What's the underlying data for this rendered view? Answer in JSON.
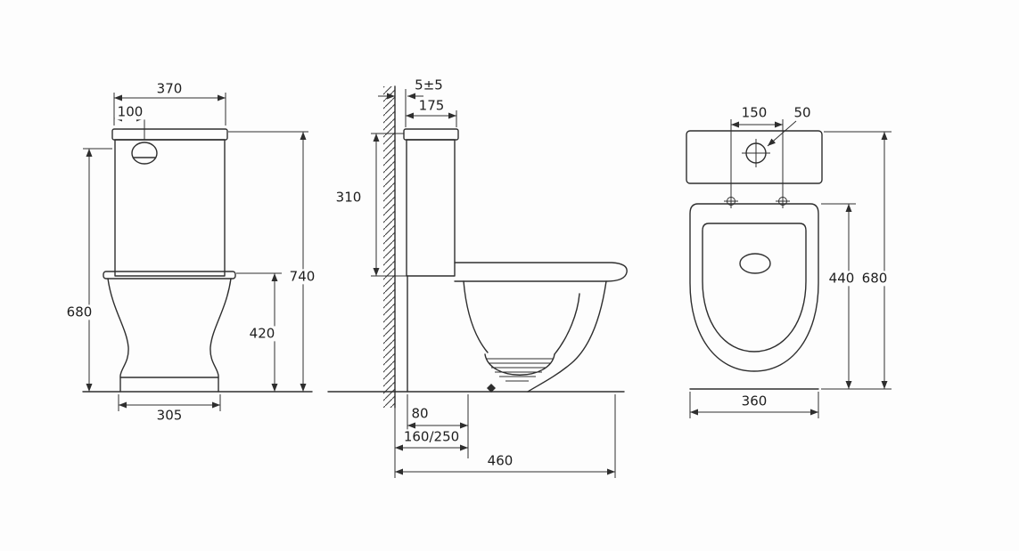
{
  "drawing": {
    "colors": {
      "line": "#2e2e2e",
      "background": "#fdfdfd"
    }
  },
  "views": {
    "front_view": {
      "dimensions": {
        "tank_width": "370",
        "inlet_offset": "100",
        "overall_height": "740",
        "height_to_inlet": "680",
        "rim_height": "420",
        "base_width": "305"
      }
    },
    "side_view": {
      "dimensions": {
        "wall_gap": "5±5",
        "tank_depth": "175",
        "tank_height": "310",
        "outlet_offset": "80",
        "rough_in": "160/250",
        "overall_depth": "460"
      }
    },
    "top_view": {
      "dimensions": {
        "hole_spacing": "150",
        "hole_diameter": "50",
        "seat_length": "440",
        "overall_length": "680",
        "overall_width": "360"
      }
    }
  }
}
